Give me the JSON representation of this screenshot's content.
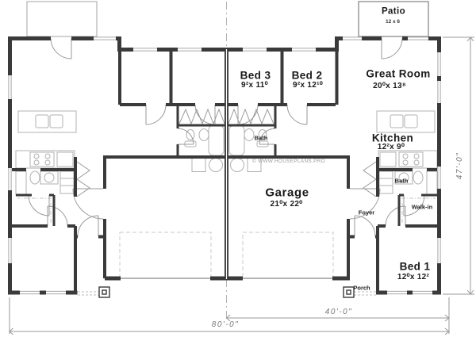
{
  "rooms": {
    "patio": {
      "name": "Patio",
      "dims": "12 x 6"
    },
    "great_room": {
      "name": "Great Room",
      "dims": "20⁰x 13⁸"
    },
    "bed3": {
      "name": "Bed 3",
      "dims": "9²x 11⁰"
    },
    "bed2": {
      "name": "Bed 2",
      "dims": "9²x 12¹⁰"
    },
    "kitchen": {
      "name": "Kitchen",
      "dims": "12²x  9⁰"
    },
    "garage": {
      "name": "Garage",
      "dims": "21⁰x 22⁰"
    },
    "bed1": {
      "name": "Bed 1",
      "dims": "12⁰x 12²"
    },
    "bath_hall": {
      "name": "Bath"
    },
    "bath_master": {
      "name": "Bath"
    },
    "foyer": {
      "name": "Foyer"
    },
    "walk_in": {
      "name": "Walk-in"
    },
    "porch": {
      "name": "Porch"
    }
  },
  "dimensions": {
    "unit_width": "40'-0\"",
    "total_width": "80'-0\"",
    "depth": "47'-0\""
  },
  "watermark": "© WWW.HOUSEPLANS.PRO",
  "colors": {
    "wall": "#3a3a3a",
    "fixture_lines": "#b0b0b0",
    "dimension_lines": "#999999",
    "label_text": "#1a1a1a"
  }
}
